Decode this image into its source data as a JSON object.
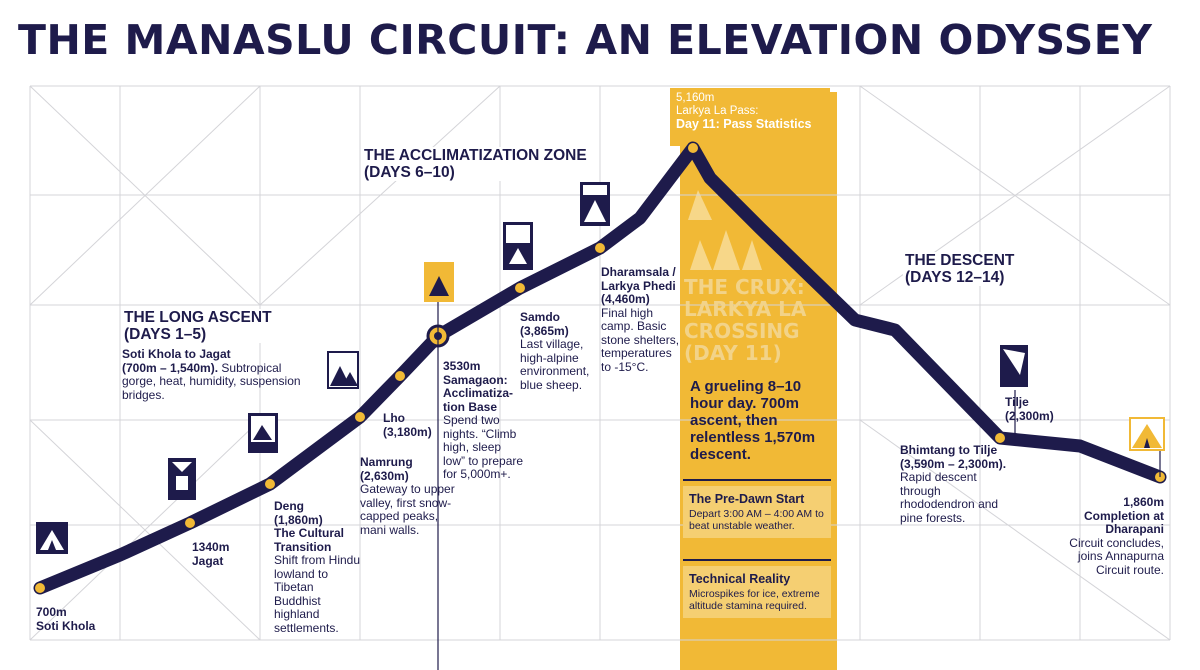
{
  "title": "THE MANASLU CIRCUIT: AN ELEVATION ODYSSEY",
  "colors": {
    "navy": "#1e1b4b",
    "gold": "#f1b936",
    "light_gold": "#f7d789",
    "grid": "#d4d4d8"
  },
  "sections": {
    "long_ascent": {
      "title": "THE LONG ASCENT",
      "days": "(DAYS 1–5)"
    },
    "acclimatization": {
      "title": "THE ACCLIMATIZATION ZONE",
      "days": "(DAYS 6–10)"
    },
    "descent": {
      "title": "THE DESCENT",
      "days": "(DAYS 12–14)"
    }
  },
  "stops": {
    "soti_khola": {
      "elev": "700m",
      "name": "Soti Khola"
    },
    "soti_jagat": {
      "name": "Soti Khola to Jagat",
      "range": "(700m – 1,540m).",
      "desc": "Subtropical gorge, heat, humidity, suspension bridges."
    },
    "jagat": {
      "elev": "1340m",
      "name": "Jagat"
    },
    "deng": {
      "name": "Deng",
      "elev": "(1,860m)",
      "heading": "The Cultural Transition",
      "desc": "Shift from Hindu lowland to Tibetan Buddhist highland settlements."
    },
    "namrung": {
      "name": "Namrung",
      "elev": "(2,630m)",
      "desc": "Gateway to upper valley, first snow-capped peaks, mani walls."
    },
    "lho": {
      "name": "Lho",
      "elev": "(3,180m)"
    },
    "samagaon": {
      "elev": "3530m",
      "heading": "Samagaon: Acclimatiza-tion Base",
      "desc": "Spend two nights. “Climb high, sleep low” to prepare for 5,000m+."
    },
    "samdo": {
      "name": "Samdo",
      "elev": "(3,865m)",
      "desc": "Last village, high-alpine environment, blue sheep."
    },
    "dharamsala": {
      "name": "Dharamsala / Larkya Phedi",
      "elev": "(4,460m)",
      "desc": "Final high camp. Basic stone shelters, temperatures to -15°C."
    },
    "pass": {
      "elev": "5,160m",
      "name": "Larkya La Pass:",
      "sub": "Day 11: Pass Statistics"
    },
    "bhimtang": {
      "name": "Bhimtang to Tilje",
      "range": "(3,590m – 2,300m).",
      "desc": "Rapid descent through rhododendron and pine forests."
    },
    "tilje": {
      "name": "Tilje",
      "elev": "(2,300m)"
    },
    "dharapani": {
      "elev": "1,860m",
      "name": "Completion at Dharapani",
      "desc": "Circuit concludes, joins Annapurna Circuit route."
    }
  },
  "crux": {
    "title": "THE CRUX: LARKYA LA CROSSING (DAY 11)",
    "desc": "A grueling 8–10 hour day. 700m ascent, then relentless 1,570m descent.",
    "cards": [
      {
        "title": "The Pre-Dawn Start",
        "desc": "Depart 3:00 AM – 4:00 AM to beat unstable weather."
      },
      {
        "title": "Technical Reality",
        "desc": "Microspikes for ice, extreme altitude stamina required."
      }
    ]
  },
  "icons": [
    "tent-icon",
    "house-icon",
    "mountain-icon",
    "village-icon",
    "flag-icon",
    "peak-icon",
    "snow-peak-icon",
    "house-icon",
    "flag-icon",
    "house-icon"
  ]
}
